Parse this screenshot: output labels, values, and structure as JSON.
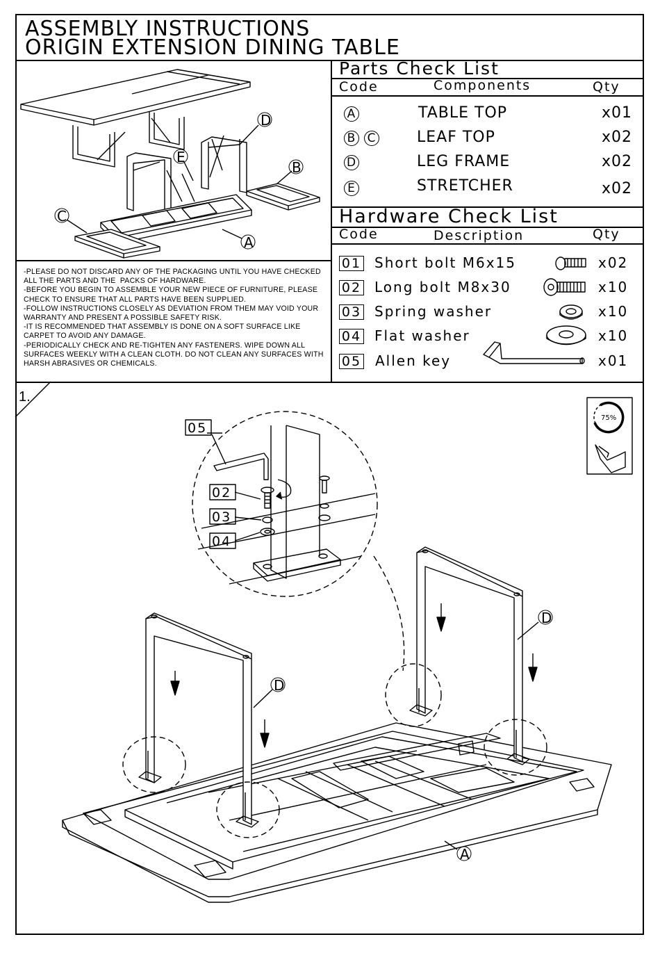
{
  "header": {
    "title_line1": "ASSEMBLY INSTRUCTIONS",
    "title_line2": "ORIGIN EXTENSION DINING TABLE"
  },
  "parts": {
    "title": "Parts Check List",
    "col_code": "Code",
    "col_components": "Components",
    "col_qty": "Qty",
    "items": [
      {
        "codes": [
          "A"
        ],
        "name": "TABLE TOP",
        "qty": "x01"
      },
      {
        "codes": [
          "B",
          "C"
        ],
        "name": "LEAF TOP",
        "qty": "x02"
      },
      {
        "codes": [
          "D"
        ],
        "name": "LEG FRAME",
        "qty": "x02"
      },
      {
        "codes": [
          "E"
        ],
        "name": "STRETCHER",
        "qty": "x02"
      }
    ]
  },
  "hardware": {
    "title": "Hardware Check List",
    "col_code": "Code",
    "col_description": "Description",
    "col_qty": "Qty",
    "items": [
      {
        "code": "01",
        "description": "Short bolt M6x15",
        "qty": "x02",
        "icon": "short-bolt-icon"
      },
      {
        "code": "02",
        "description": "Long bolt M8x30",
        "qty": "x10",
        "icon": "long-bolt-icon"
      },
      {
        "code": "03",
        "description": "Spring washer",
        "qty": "x10",
        "icon": "spring-washer-icon"
      },
      {
        "code": "04",
        "description": "Flat washer",
        "qty": "x10",
        "icon": "flat-washer-icon"
      },
      {
        "code": "05",
        "description": "Allen key",
        "qty": "x01",
        "icon": "allen-key-icon"
      }
    ]
  },
  "notes": [
    "-PLEASE DO NOT DISCARD ANY OF THE PACKAGING UNTIL YOU HAVE CHECKED ALL THE PARTS AND THE  PACKS OF HARDWARE.",
    "-BEFORE YOU BEGIN TO ASSEMBLE YOUR NEW PIECE OF FURNITURE, PLEASE CHECK TO ENSURE THAT ALL PARTS HAVE BEEN SUPPLIED.",
    "-FOLLOW INSTRUCTIONS CLOSELY AS DEVIATION FROM THEM MAY VOID YOUR WARRANTY AND PRESENT A POSSIBLE SAFETY RISK.",
    "-IT IS RECOMMENDED THAT ASSEMBLY IS DONE ON A SOFT SURFACE LIKE CARPET TO AVOID ANY DAMAGE.",
    "-PERIODICALLY CHECK AND RE-TIGHTEN ANY FASTENERS. WIPE DOWN ALL SURFACES WEEKLY WITH A CLEAN CLOTH. DO NOT CLEAN ANY SURFACES WITH HARSH ABRASIVES OR CHEMICALS."
  ],
  "overview_labels": {
    "a": "A",
    "b": "B",
    "c": "C",
    "d": "D",
    "e": "E"
  },
  "step": {
    "number": "1.",
    "tightness_percent": "75%",
    "callouts": {
      "key": "05",
      "bolt": "02",
      "spring_washer": "03",
      "flat_washer": "04"
    },
    "part_labels": {
      "leg_left": "D",
      "leg_right": "D",
      "top": "A"
    }
  }
}
